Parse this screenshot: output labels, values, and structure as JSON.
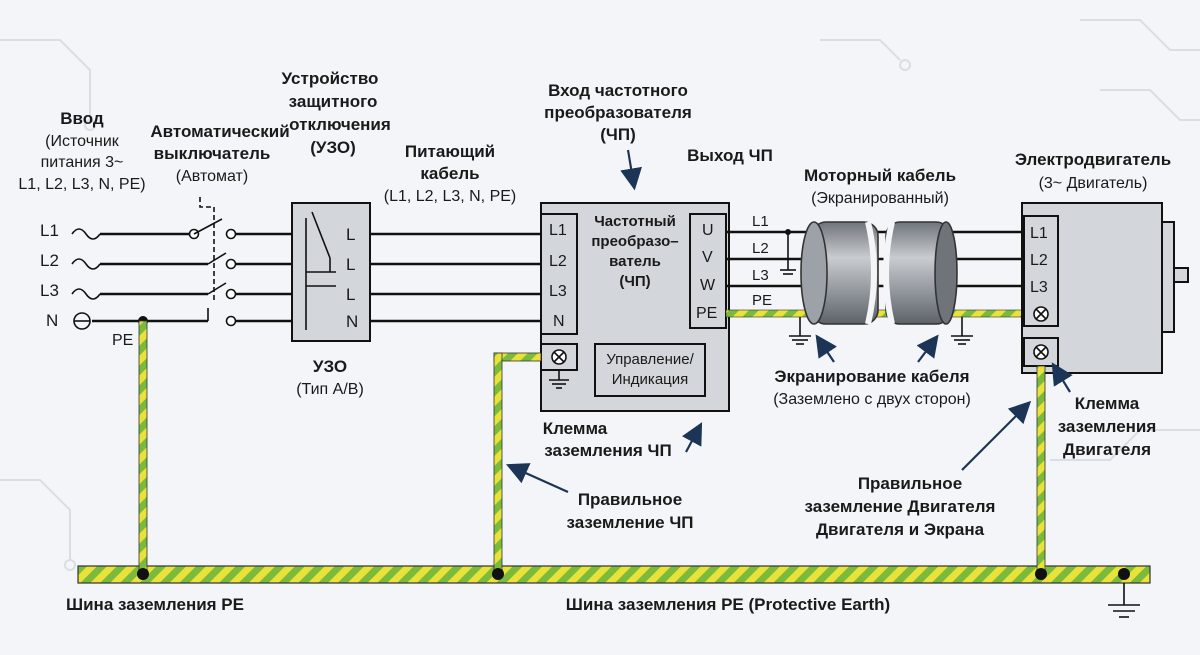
{
  "colors": {
    "background": "#f3f5f8",
    "box_fill": "#d3d7dc",
    "pe_green": "#7cba3b",
    "pe_yellow": "#e8e23a",
    "arrow": "#1c3456",
    "cable_shield": "#8a8f96"
  },
  "input": {
    "title": "Ввод",
    "line1": "(Источник",
    "line2": "питания 3~",
    "line3": "L1, L2, L3, N, PE)",
    "l1": "L1",
    "l2": "L2",
    "l3": "L3",
    "n": "N",
    "pe": "PE"
  },
  "breaker": {
    "title1": "Автоматический",
    "title2": "выключатель",
    "subtitle": "(Автомат)"
  },
  "rcd": {
    "title1": "Устройство",
    "title2": "защитного",
    "title3": "отключения",
    "title4": "(УЗО)",
    "terminals": [
      "L",
      "L",
      "L",
      "N"
    ],
    "bottom_title": "УЗО",
    "bottom_subtitle": "(Тип A/B)"
  },
  "supply_cable": {
    "title1": "Питающий",
    "title2": "кабель",
    "subtitle": "(L1, L2, L3, N, PE)"
  },
  "vfd_input": {
    "line1": "Вход частотного",
    "line2": "преобразователя",
    "line3": "(ЧП)"
  },
  "vfd_output": {
    "label": "Выход ЧП"
  },
  "vfd": {
    "title1": "Частотный",
    "title2": "преобразо–",
    "title3": "ватель",
    "title4": "(ЧП)",
    "inputs": [
      "L1",
      "L2",
      "L3",
      "N"
    ],
    "outputs": [
      "U",
      "V",
      "W",
      "PE"
    ],
    "control1": "Управление/",
    "control2": "Индикация",
    "ground_label1": "Клемма",
    "ground_label2": "заземления ЧП"
  },
  "motor_cable": {
    "title": "Моторный кабель",
    "subtitle": "(Экранированный)",
    "wires": [
      "L1",
      "L2",
      "L3",
      "PE"
    ]
  },
  "shield": {
    "title": "Экранирование кабеля",
    "subtitle": "(Заземлено с двух сторон)"
  },
  "motor": {
    "title": "Электродвигатель",
    "subtitle": "(3~ Двигатель)",
    "terminals": [
      "L1",
      "L2",
      "L3"
    ],
    "clamp1": "Клемма",
    "clamp2": "заземления",
    "clamp3": "Двигателя"
  },
  "correct_vfd_ground": {
    "line1": "Правильное",
    "line2": "заземление ЧП"
  },
  "correct_motor_ground": {
    "line1": "Правильное",
    "line2": "заземление Двигателя",
    "line3": "Двигателя и Экрана"
  },
  "pe_bus": {
    "label_left": "Шина заземления PE",
    "label_center": "Шина заземления PE (Protective Earth)"
  }
}
